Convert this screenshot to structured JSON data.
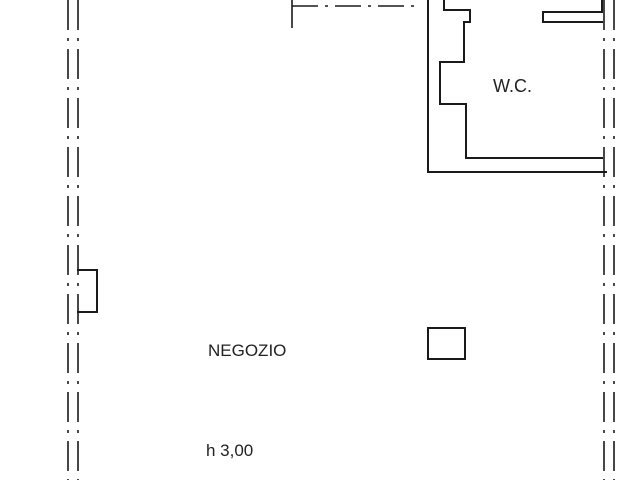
{
  "rooms": {
    "shop": {
      "name": "NEGOZIO",
      "height": "h 3,00"
    },
    "wc": {
      "name": "W.C."
    }
  },
  "colors": {
    "ink": "#1a1a1a",
    "background": "#ffffff"
  }
}
